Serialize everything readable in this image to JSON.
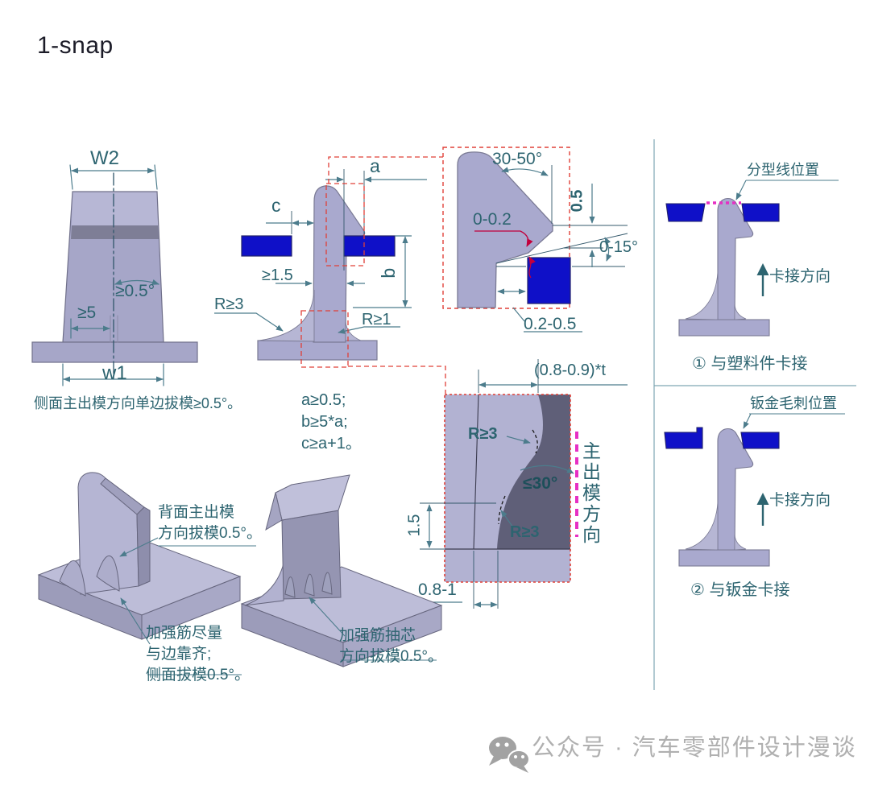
{
  "title": "1-snap",
  "front_view": {
    "w2": "W2",
    "w1": "w1",
    "min_width": "≥5",
    "draft_angle": "≥0.5°",
    "caption": "侧面主出模方向单边拔模≥0.5°。"
  },
  "section_view": {
    "dim_a": "a",
    "dim_b": "b",
    "dim_c": "c",
    "wall": "≥1.5",
    "radius_big": "R≥3",
    "radius_small": "R≥1",
    "formula_a": "a≥0.5;",
    "formula_b": "b≥5*a;",
    "formula_c": "c≥a+1。"
  },
  "tip_detail": {
    "lead_angle": "30-50°",
    "land": "0.5",
    "clearance": "0-0.2",
    "retention_angle": "0-15°",
    "edge_gap": "0.2-0.5"
  },
  "root_detail": {
    "root_width": "(0.8-0.9)*t",
    "radius_top": "R≥3",
    "taper_angle": "≤30°",
    "radius_bottom": "R≥3",
    "step_height": "1.5",
    "bottom_width": "0.8-1",
    "demold_direction": "主出模方向"
  },
  "iso_notes": {
    "back_draft_1": "背面主出模",
    "back_draft_2": "方向拔模0.5°。",
    "rib_align_1": "加强筋尽量",
    "rib_align_2": "与边靠齐;",
    "rib_align_3": "侧面拔模0.5°。",
    "rib_pull_1": "加强筋抽芯",
    "rib_pull_2": "方向拔模0.5°。"
  },
  "right_panel": {
    "parting_line_callout": "分型线位置",
    "snap_direction_1": "卡接方向",
    "caption_1": "① 与塑料件卡接",
    "burr_callout": "钣金毛刺位置",
    "snap_direction_2": "卡接方向",
    "caption_2": "② 与钣金卡接"
  },
  "watermark": "公众号 · 汽车零部件设计漫谈",
  "colors": {
    "plastic_fill": "#a9a9ce",
    "plastic_light": "#b7b7d5",
    "plastic_dark": "#5f5f78",
    "mating_part_blue": "#0f10c8",
    "annotation_teal": "#2d6470",
    "dimension_line": "#4c7c8c",
    "detail_box_red": "#e04038",
    "highlight_magenta": "#e62fc4",
    "watermark_gray": "#b0b0b0"
  }
}
